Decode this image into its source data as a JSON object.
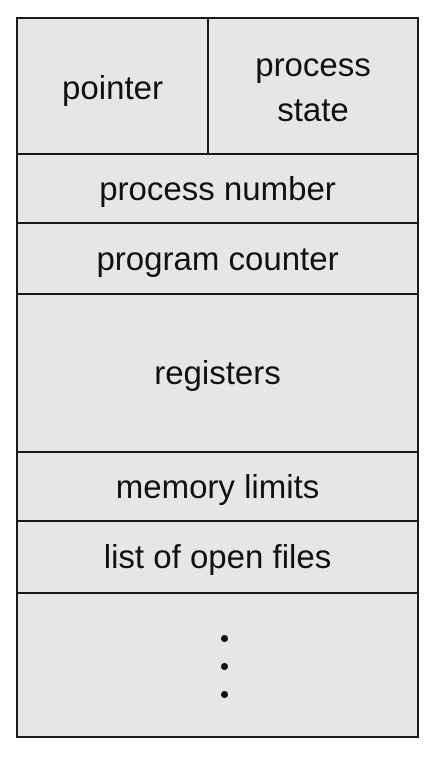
{
  "pcb": {
    "pointer": "pointer",
    "process_state_line1": "process",
    "process_state_line2": "state",
    "process_number": "process number",
    "program_counter": "program counter",
    "registers": "registers",
    "memory_limits": "memory limits",
    "open_files": "list of open files",
    "ellipsis_icon": "vertical-ellipsis-icon"
  }
}
